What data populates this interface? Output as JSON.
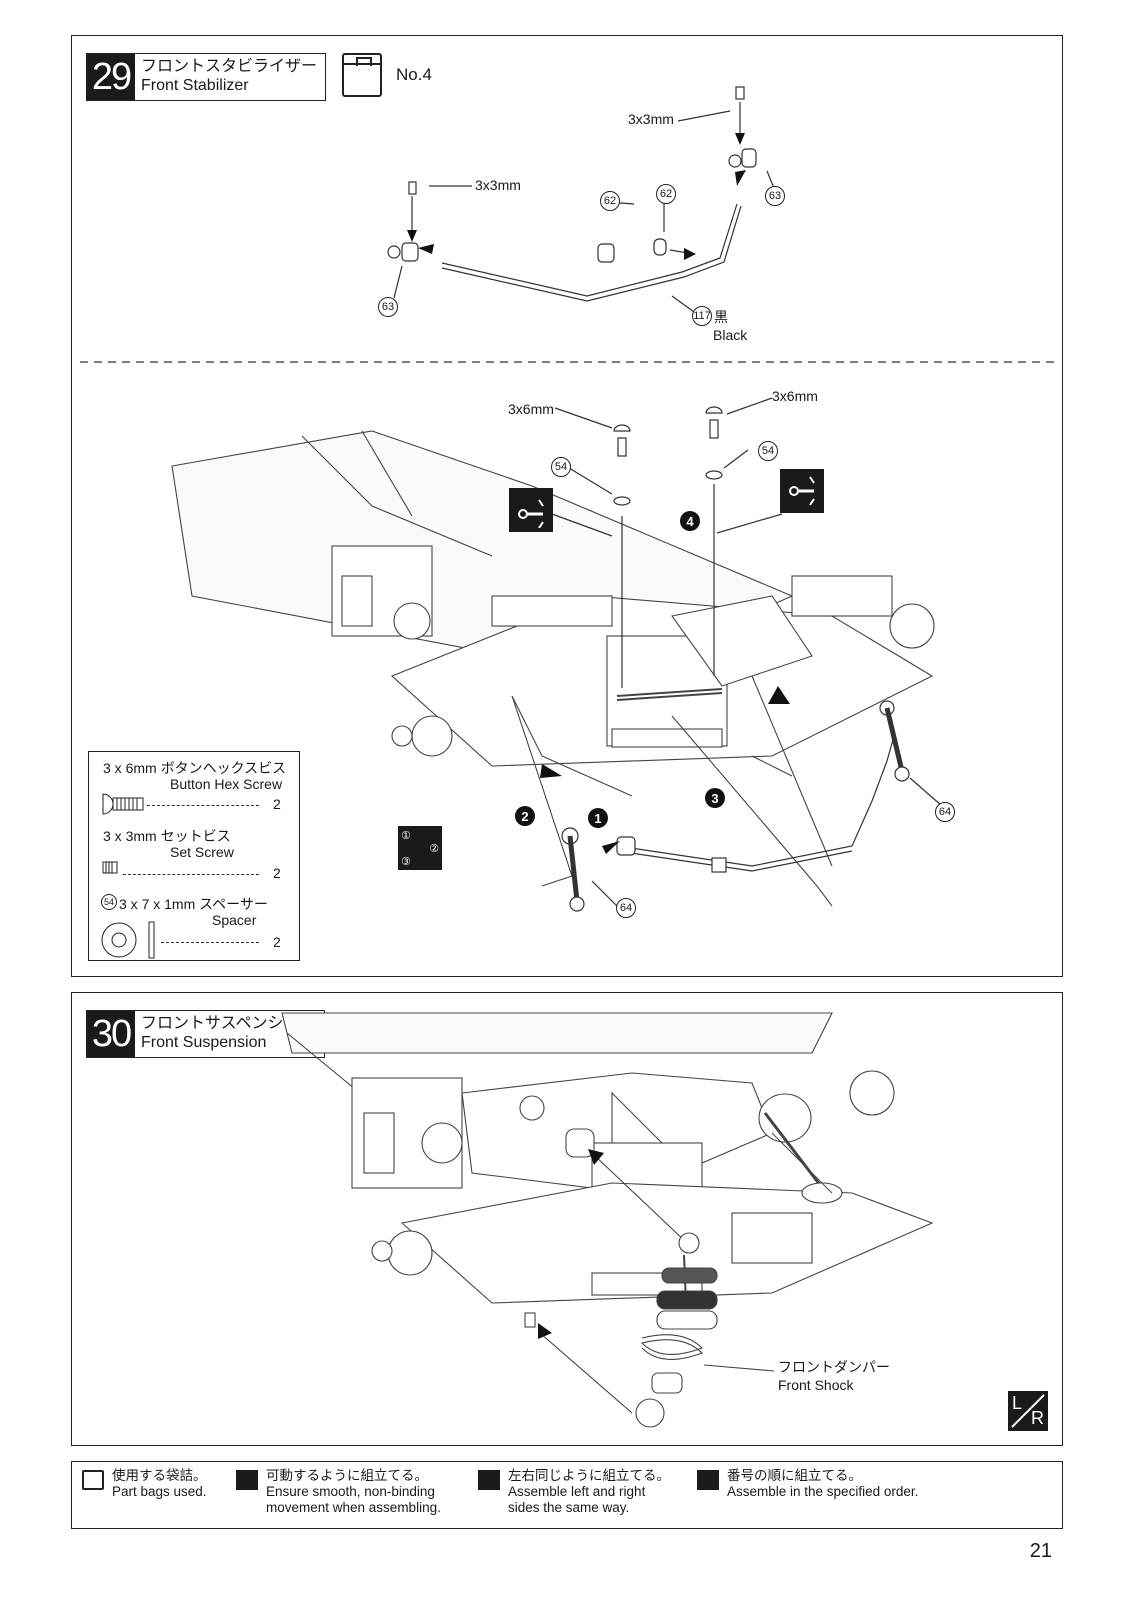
{
  "step29": {
    "number": "29",
    "title_jp": "フロントスタビライザー",
    "title_en": "Front Stabilizer",
    "bag_label": "No.4",
    "labels": {
      "screw_set_top_right": "3x3mm",
      "screw_set_left": "3x3mm",
      "part_62_a": "62",
      "part_62_b": "62",
      "part_63_a": "63",
      "part_63_b": "63",
      "part_117": "117",
      "color_jp": "黒",
      "color_en": "Black",
      "screw_btn_left": "3x6mm",
      "screw_btn_right": "3x6mm",
      "spacer_left": "54",
      "spacer_right": "54",
      "part_64_a": "64",
      "part_64_b": "64",
      "seq_1": "1",
      "seq_2": "2",
      "seq_3": "3",
      "seq_4": "4"
    },
    "parts_box": {
      "item1_name": "3 x 6mm ボタンヘックスビス",
      "item1_en": "Button Hex Screw",
      "item1_qty": "2",
      "item2_name": "3 x 3mm セットビス",
      "item2_en": "Set Screw",
      "item2_qty": "2",
      "item3_num": "54",
      "item3_name": "3 x 7 x 1mm スペーサー",
      "item3_en": "Spacer",
      "item3_qty": "2"
    },
    "order_icon": {
      "n1": "①",
      "n2": "②",
      "n3": "③"
    }
  },
  "step30": {
    "number": "30",
    "title_jp": "フロントサスペンション",
    "title_en": "Front Suspension",
    "shock_jp": "フロントダンパー",
    "shock_en": "Front Shock",
    "lr_left": "L",
    "lr_right": "R"
  },
  "legend": {
    "bag_jp": "使用する袋詰。",
    "bag_en": "Part bags used.",
    "smooth_jp": "可動するように組立てる。",
    "smooth_en1": "Ensure smooth, non-binding",
    "smooth_en2": "movement when assembling.",
    "lr_jp": "左右同じように組立てる。",
    "lr_en1": "Assemble left and right",
    "lr_en2": "sides the same way.",
    "order_jp": "番号の順に組立てる。",
    "order_en": "Assemble in the specified order."
  },
  "page_number": "21"
}
